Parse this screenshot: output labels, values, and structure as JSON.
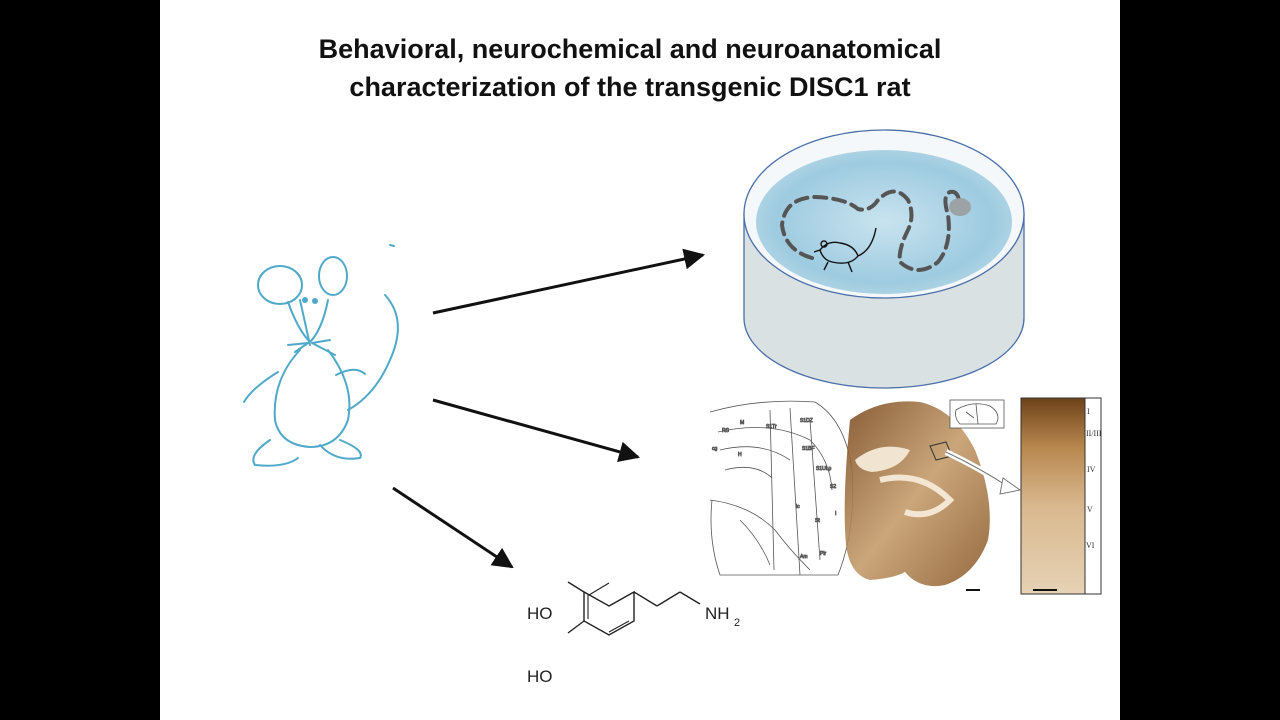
{
  "slide": {
    "title_line1": "Behavioral, neurochemical and neuroanatomical",
    "title_line2": "characterization of the transgenic DISC1 rat"
  },
  "dopamine": {
    "hydroxyl_top": "HO",
    "hydroxyl_bottom": "HO",
    "amine": "NH",
    "amine_subscript": "2"
  },
  "brain_atlas": {
    "region_labels": [
      "RS",
      "M",
      "S1Tr",
      "S1DZ",
      "S1BF",
      "S1ULp",
      "S2",
      "cg",
      "H",
      "ic",
      "St",
      "I",
      "Am",
      "Pir"
    ]
  },
  "cortex_layers": [
    "I",
    "II/III",
    "IV",
    "V",
    "VI"
  ],
  "colors": {
    "background": "#000000",
    "slide": "#ffffff",
    "rat_sketch": "#4fa9c9",
    "water": "#a9d0e3",
    "tank_wall": "#d9e1e3",
    "arrow": "#111111",
    "stain": "#8a5a2b"
  }
}
